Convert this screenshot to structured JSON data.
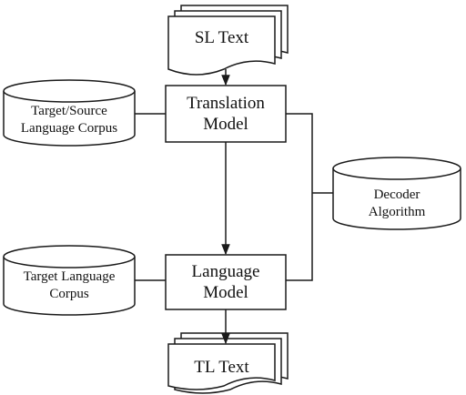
{
  "nodes": {
    "sl_text": {
      "label": "SL Text"
    },
    "translation_model": {
      "line1": "Translation",
      "line2": "Model"
    },
    "language_model": {
      "line1": "Language",
      "line2": "Model"
    },
    "tl_text": {
      "label": "TL Text"
    },
    "ts_corpus": {
      "line1": "Target/Source",
      "line2": "Language Corpus"
    },
    "tl_corpus": {
      "line1": "Target Language",
      "line2": "Corpus"
    },
    "decoder": {
      "line1": "Decoder",
      "line2": "Algorithm"
    }
  },
  "edges": [
    {
      "from": "sl_text",
      "to": "translation_model"
    },
    {
      "from": "ts_corpus",
      "to": "translation_model"
    },
    {
      "from": "translation_model",
      "to": "language_model"
    },
    {
      "from": "tl_corpus",
      "to": "language_model"
    },
    {
      "from": "language_model",
      "to": "tl_text"
    },
    {
      "from": "translation_model",
      "to": "decoder"
    },
    {
      "from": "language_model",
      "to": "decoder"
    }
  ],
  "colors": {
    "stroke": "#1a1a1a",
    "fill": "#ffffff",
    "text": "#111111"
  }
}
